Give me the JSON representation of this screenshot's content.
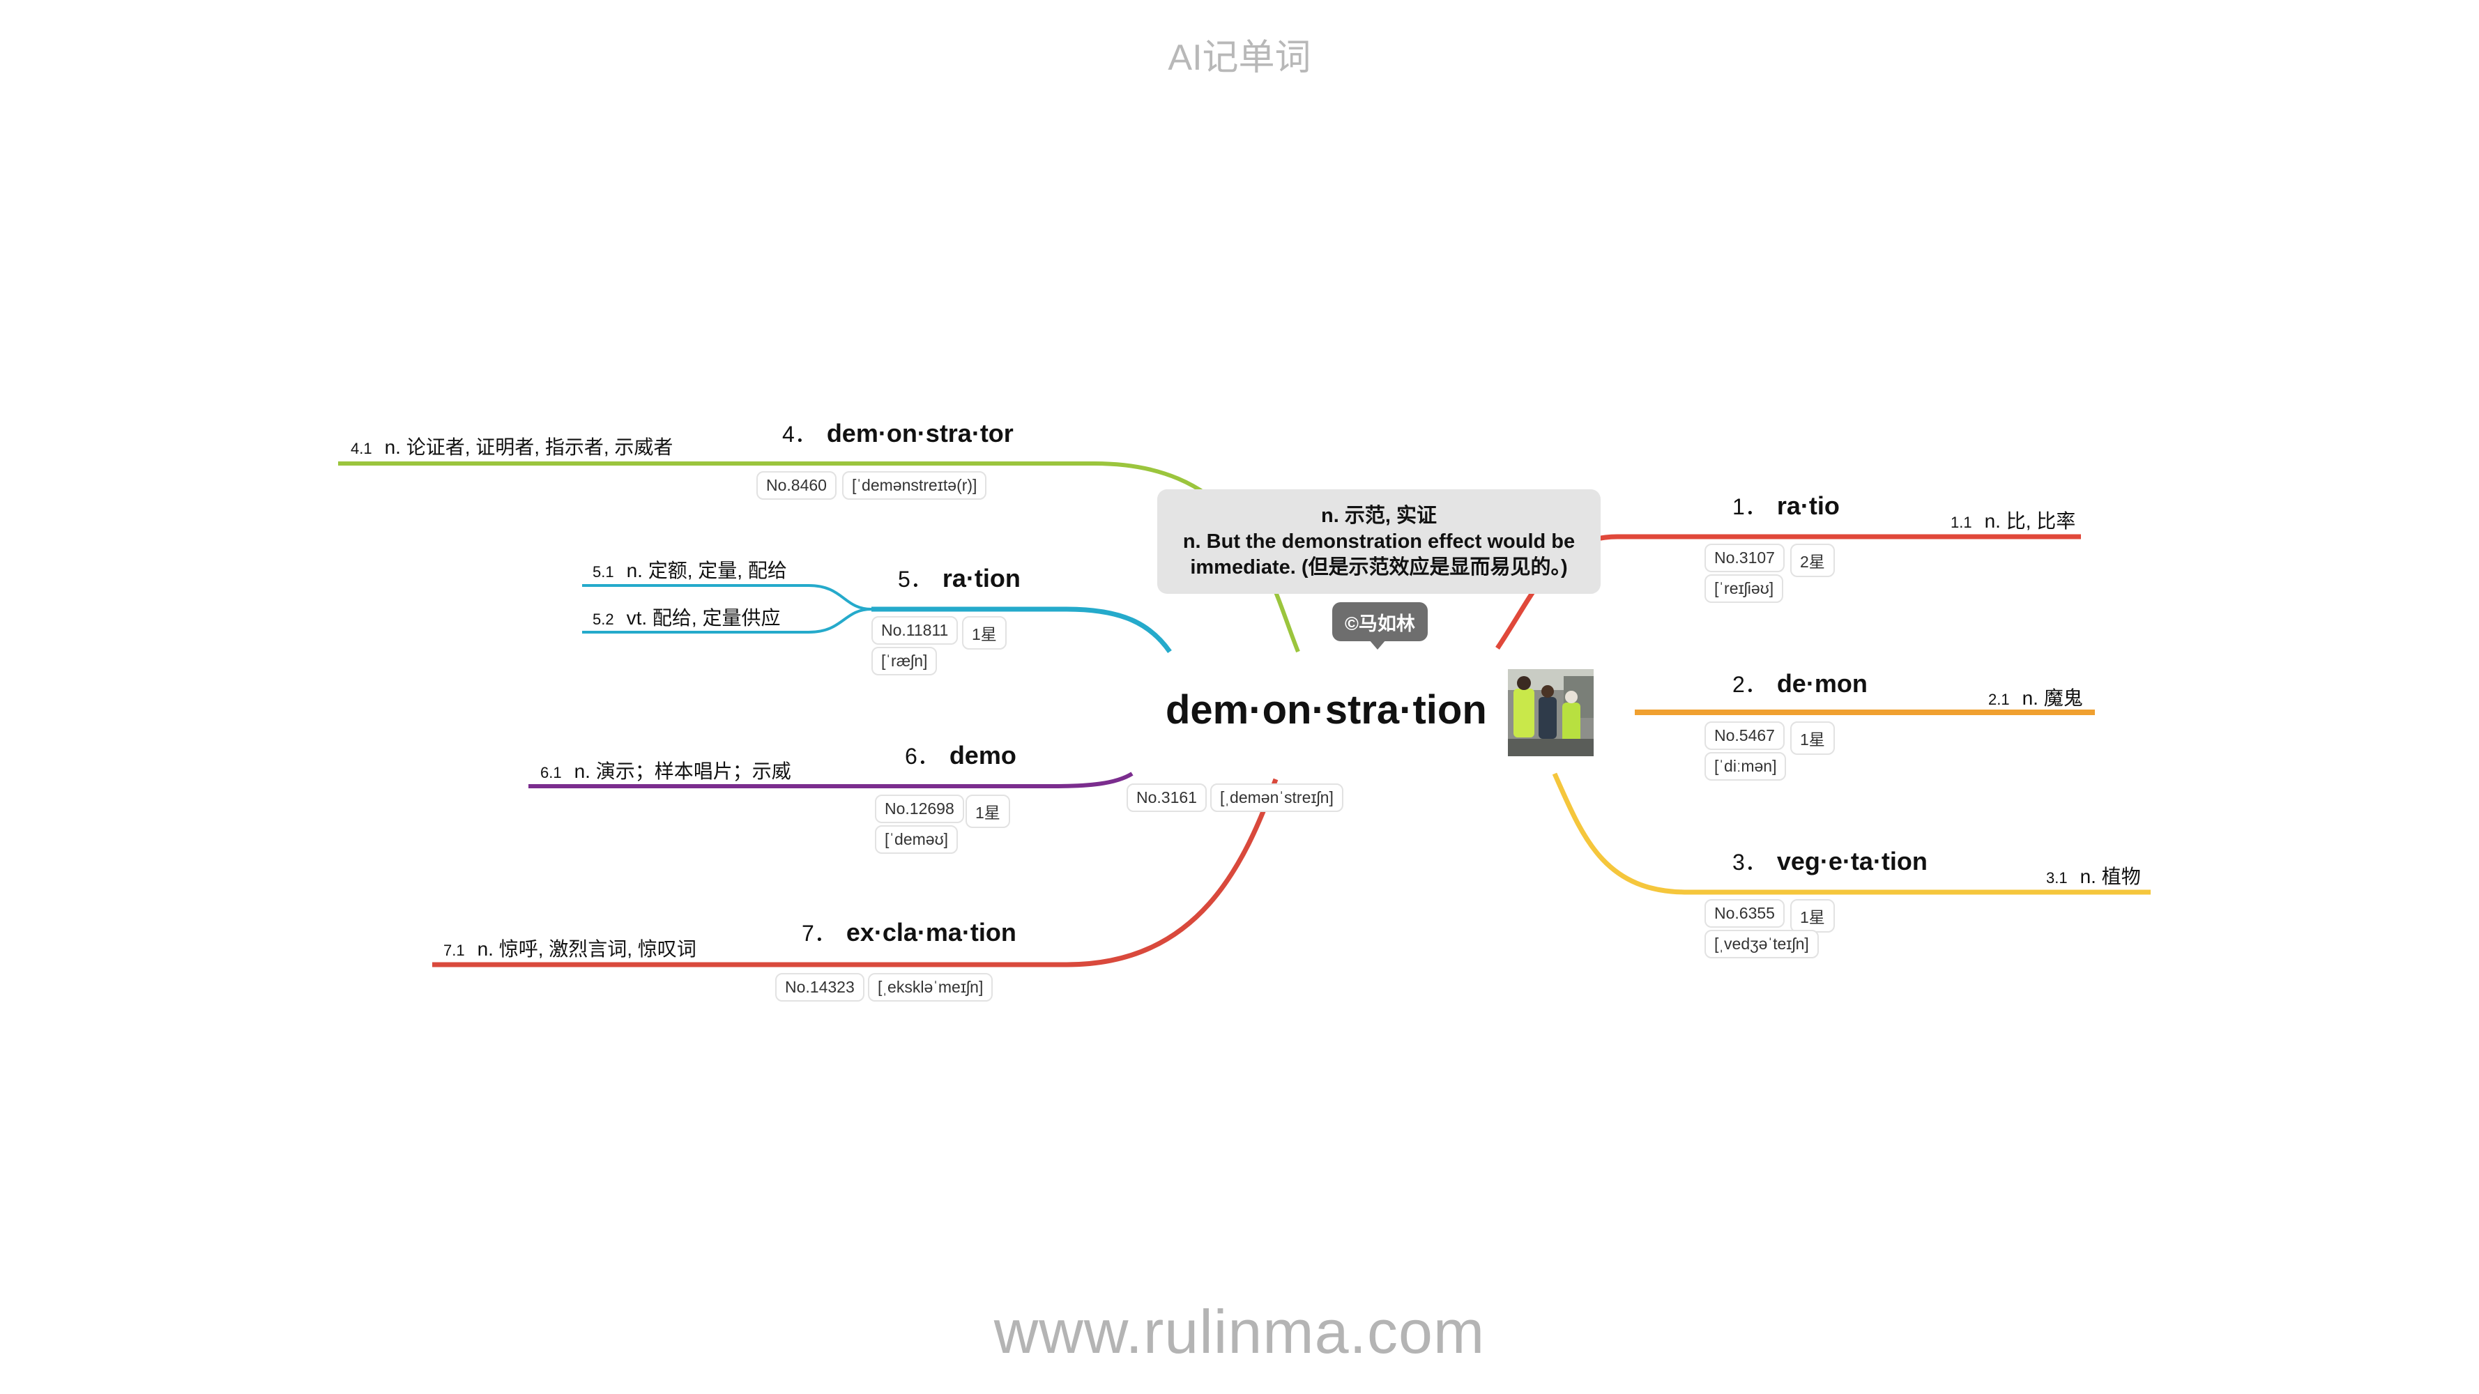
{
  "header": {
    "title": "AI记单词"
  },
  "footer": {
    "site": "www.rulinma.com"
  },
  "center": {
    "word": "dem·on·stra·tion",
    "no": "No.3161",
    "phonetic": "[ˌdemənˈstreɪʃn]",
    "note_line1": "n. 示范, 实证",
    "note_line2": "n. But the demonstration effect would be",
    "note_line3": "immediate. (但是示范效应是显而易见的。)",
    "copyright": "©马如林",
    "image_icon": "photo-icon"
  },
  "colors": {
    "ratio": "#e0483a",
    "demon": "#f0a030",
    "vegetation": "#f5c63c",
    "demonstrator": "#9bc53d",
    "ration": "#25aacb",
    "demo": "#7b2d8e",
    "exclamation": "#d9493c"
  },
  "branches": [
    {
      "key": "ratio",
      "idx": "1．",
      "word": "ra·tio",
      "no": "No.3107",
      "star": "2星",
      "phonetic": "[ˈreɪʃiəʊ]",
      "senses": [
        {
          "idx": "1.1",
          "text": "n. 比, 比率"
        }
      ]
    },
    {
      "key": "demon",
      "idx": "2．",
      "word": "de·mon",
      "no": "No.5467",
      "star": "1星",
      "phonetic": "[ˈdiːmən]",
      "senses": [
        {
          "idx": "2.1",
          "text": "n. 魔鬼"
        }
      ]
    },
    {
      "key": "vegetation",
      "idx": "3．",
      "word": "veg·e·ta·tion",
      "no": "No.6355",
      "star": "1星",
      "phonetic": "[ˌvedʒəˈteɪʃn]",
      "senses": [
        {
          "idx": "3.1",
          "text": "n. 植物"
        }
      ]
    },
    {
      "key": "demonstrator",
      "idx": "4．",
      "word": "dem·on·stra·tor",
      "no": "No.8460",
      "phonetic": "[ˈdemənstreɪtə(r)]",
      "senses": [
        {
          "idx": "4.1",
          "text": "n. 论证者, 证明者, 指示者, 示威者"
        }
      ]
    },
    {
      "key": "ration",
      "idx": "5．",
      "word": "ra·tion",
      "no": "No.11811",
      "star": "1星",
      "phonetic": "[ˈræʃn]",
      "senses": [
        {
          "idx": "5.1",
          "text": "n. 定额, 定量, 配给"
        },
        {
          "idx": "5.2",
          "text": "vt. 配给, 定量供应"
        }
      ]
    },
    {
      "key": "demo",
      "idx": "6．",
      "word": "demo",
      "no": "No.12698",
      "star": "1星",
      "phonetic": "[ˈdeməʊ]",
      "senses": [
        {
          "idx": "6.1",
          "text": "n. 演示；样本唱片；示威"
        }
      ]
    },
    {
      "key": "exclamation",
      "idx": "7．",
      "word": "ex·cla·ma·tion",
      "no": "No.14323",
      "phonetic": "[ˌekskləˈmeɪʃn]",
      "senses": [
        {
          "idx": "7.1",
          "text": "n. 惊呼, 激烈言词, 惊叹词"
        }
      ]
    }
  ]
}
